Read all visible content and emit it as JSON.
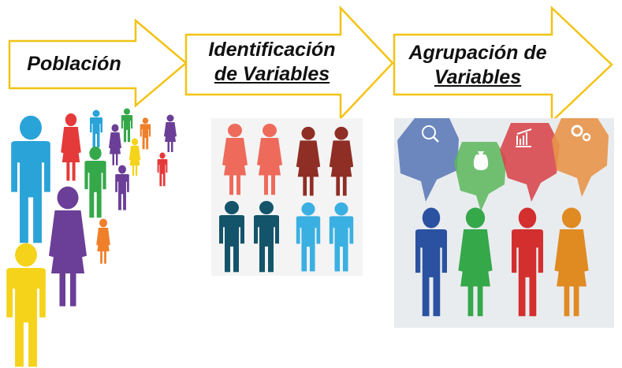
{
  "steps": [
    {
      "text": "Población"
    },
    {
      "line1": "Identificación",
      "line2": "de Variables"
    },
    {
      "line1": "Agrupación de",
      "line2": "Variables"
    }
  ],
  "colors": {
    "arrow_fill": "#ffffff",
    "arrow_stroke": "#f2c313",
    "blue": "#2aa3d8",
    "red": "#e53a3a",
    "green": "#35a84a",
    "purple": "#6b3f98",
    "yellow": "#f5d31a",
    "orange": "#f07f2a",
    "salmon": "#ee6b5c",
    "maroon": "#8f2e25",
    "teal": "#14546b",
    "sky": "#3ab0e2"
  },
  "icons": [
    "person-icon",
    "globe-search-icon",
    "money-bag-icon",
    "growth-chart-icon",
    "gears-icon"
  ]
}
